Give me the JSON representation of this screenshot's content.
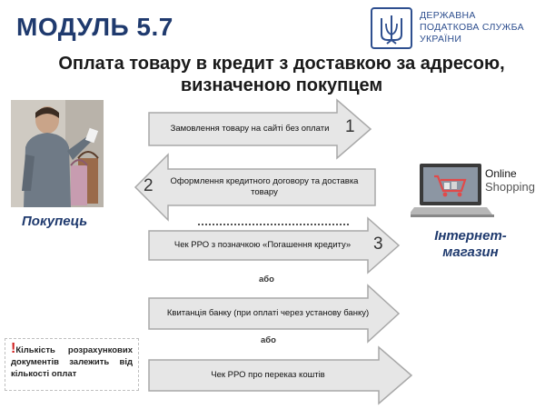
{
  "slide": {
    "module_title": "МОДУЛЬ 5.7",
    "subtitle_line1": "Оплата товару в кредит з доставкою за адресою,",
    "subtitle_line2": "визначеною покупцем"
  },
  "logo": {
    "line1": "ДЕРЖАВНА",
    "line2": "ПОДАТКОВА СЛУЖБА",
    "line3": "УКРАЇНИ",
    "color": "#2e4f8f"
  },
  "buyer": {
    "label": "Покупець"
  },
  "shop": {
    "online_word": "Online",
    "shopping_word": "Shopping",
    "label_line1": "Інтернет-",
    "label_line2": "магазин"
  },
  "flow": {
    "step1": {
      "number": "1",
      "text": "Замовлення товару  на сайті без оплати"
    },
    "step2": {
      "number": "2",
      "text": "Оформлення кредитного договору та доставка товару"
    },
    "step3": {
      "number": "3",
      "text": "Чек РРО з позначкою «Погашення кредиту»"
    },
    "alt1": {
      "text": "Квитанція банку (при оплаті через установу банку)"
    },
    "alt2": {
      "text": "Чек РРО про переказ коштів"
    },
    "or_label_1": "або",
    "or_label_2": "або"
  },
  "note": {
    "mark": "!",
    "text": "Кількість розрахункових документів залежить від кількості оплат"
  },
  "colors": {
    "title": "#1f3a6e",
    "arrow_fill": "#e6e6e6",
    "arrow_stroke": "#a8a8a8",
    "accent_red": "#d02020"
  }
}
